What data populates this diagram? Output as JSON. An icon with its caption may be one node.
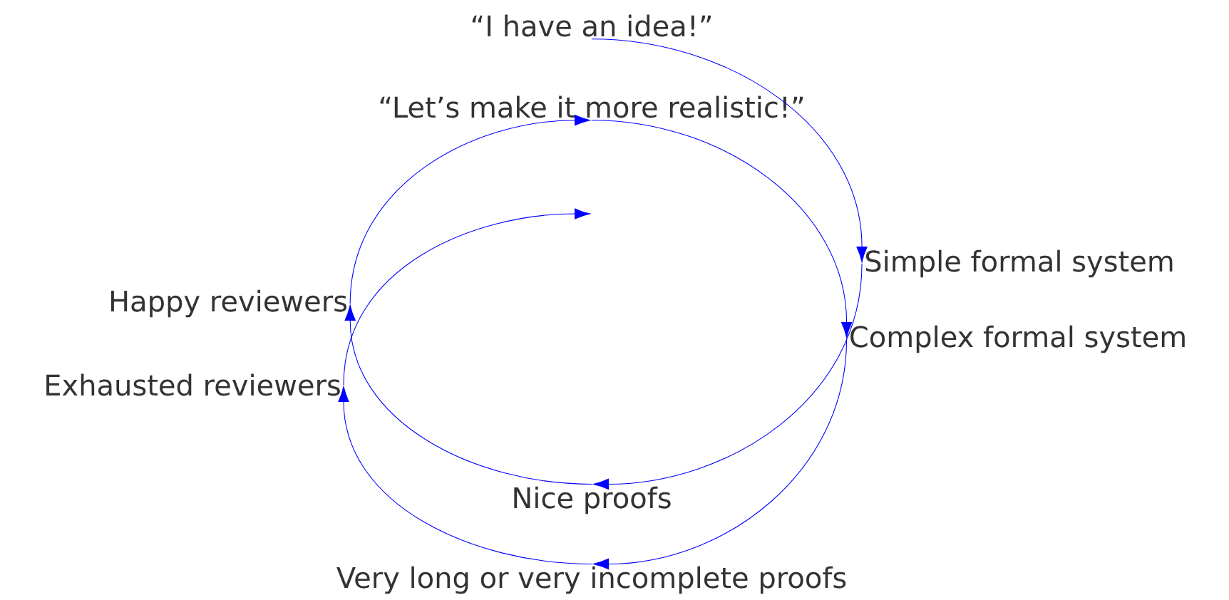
{
  "diagram": {
    "nodes": [
      {
        "text": [
          "“I have an idea!”"
        ]
      },
      {
        "text": [
          "“Let’s make it more realistic!”"
        ]
      },
      {
        "text": [
          "Simple formal system"
        ]
      },
      {
        "text": [
          "Complex formal system"
        ]
      },
      {
        "text": [
          "Happy reviewers"
        ]
      },
      {
        "text": [
          "Exhausted reviewers"
        ]
      },
      {
        "text": [
          "Nice proofs"
        ]
      },
      {
        "text": [
          "Very long or very incomplete proofs"
        ]
      }
    ],
    "edges": [
      {
        "from": 0,
        "to": 2,
        "arrow": "to"
      },
      {
        "from": 2,
        "to": 6,
        "arrow": "to"
      },
      {
        "from": 6,
        "to": 4,
        "arrow": "to"
      },
      {
        "from": 4,
        "to": 1,
        "arrow": "to"
      },
      {
        "from": 1,
        "to": 3,
        "arrow": "to"
      },
      {
        "from": 3,
        "to": 7,
        "arrow": "to"
      },
      {
        "from": 7,
        "to": 5,
        "arrow": "to"
      },
      {
        "from": 5,
        "to": null,
        "arrow": "to"
      }
    ]
  }
}
